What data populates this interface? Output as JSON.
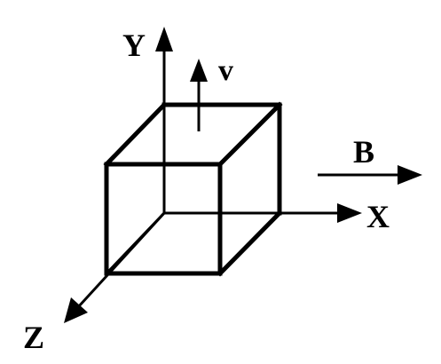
{
  "labels": {
    "y_axis": "Y",
    "x_axis": "X",
    "z_axis": "Z",
    "velocity": "v",
    "field": "B"
  },
  "colors": {
    "stroke": "#000000",
    "background": "#ffffff"
  }
}
